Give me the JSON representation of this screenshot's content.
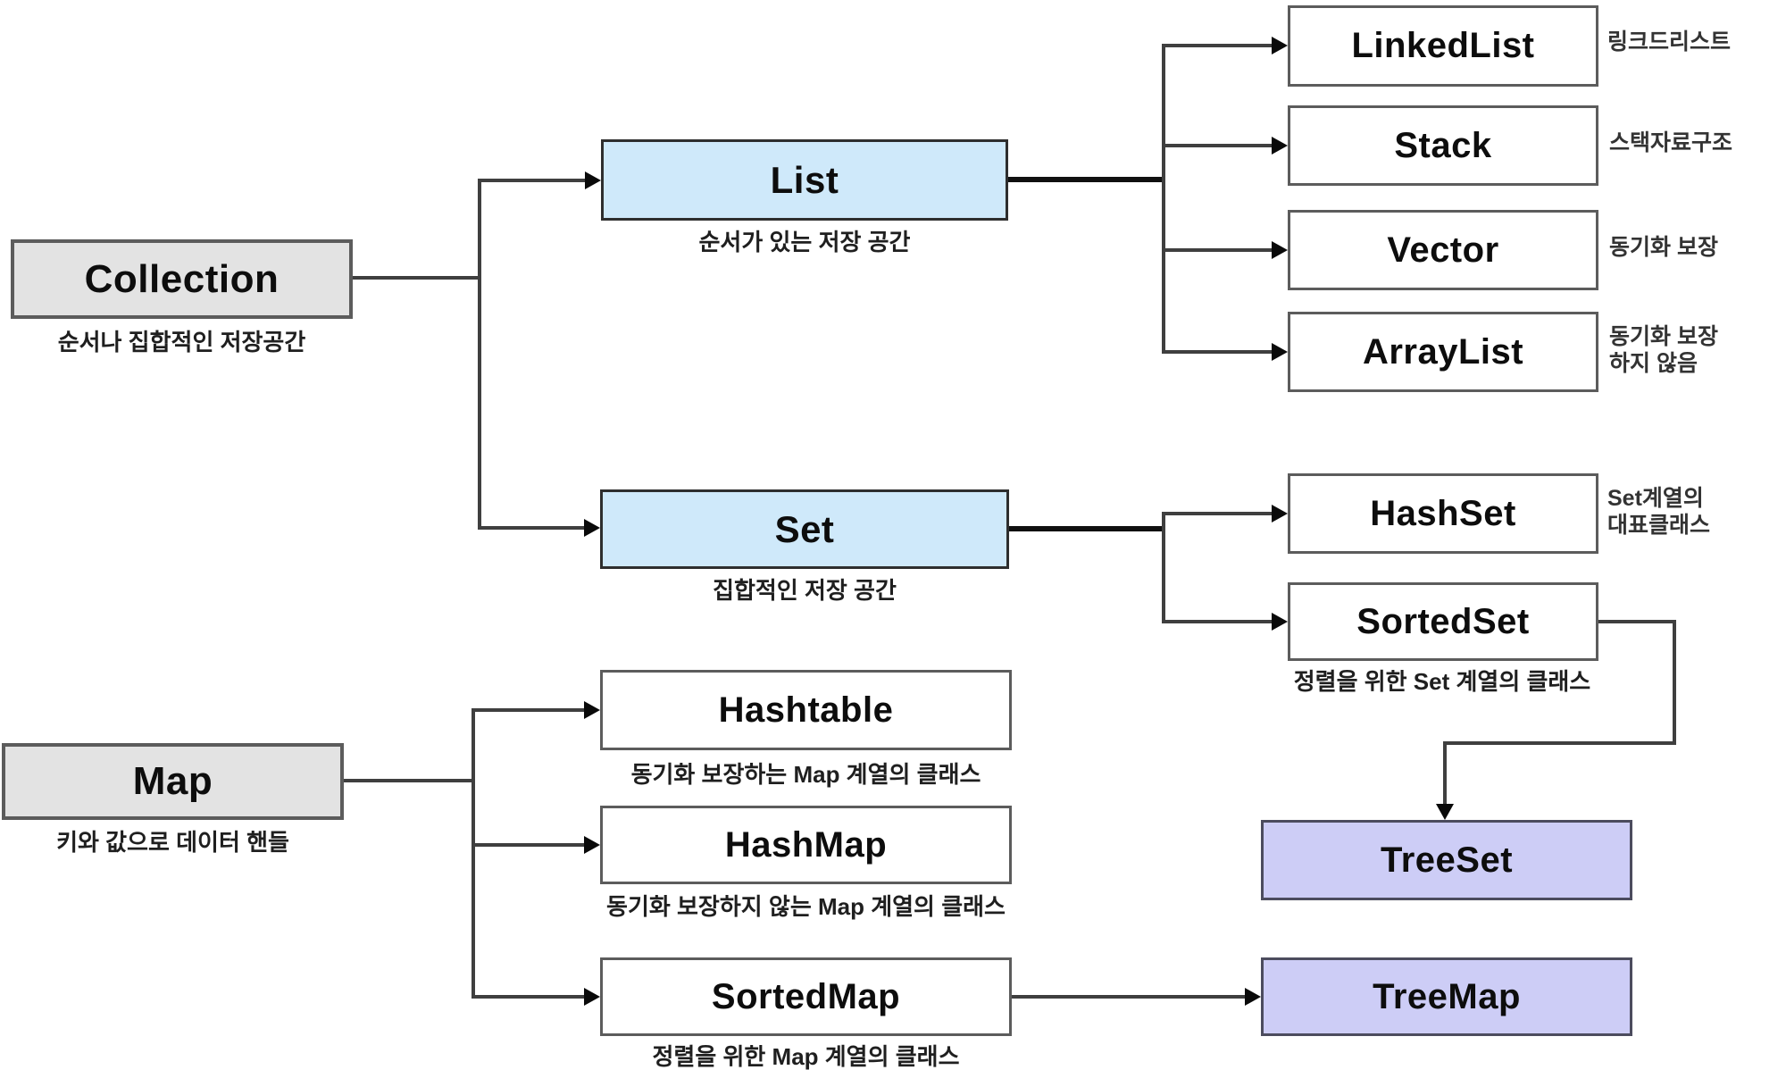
{
  "colors": {
    "root_fill": "#e3e3e3",
    "interface_fill": "#cfe9fa",
    "tree_fill": "#cdcdf6",
    "class_fill": "#ffffff",
    "border_gray": "#5c5c5c",
    "connector": "#3f3f3f",
    "arrow": "#0a0a0a"
  },
  "nodes": {
    "collection": {
      "label": "Collection",
      "caption": "순서나 집합적인 저장공간"
    },
    "map": {
      "label": "Map",
      "caption": "키와 값으로 데이터 핸들"
    },
    "list": {
      "label": "List",
      "caption": "순서가 있는 저장 공간"
    },
    "set": {
      "label": "Set",
      "caption": "집합적인 저장 공간"
    },
    "linkedlist": {
      "label": "LinkedList",
      "note": "링크드리스트"
    },
    "stack": {
      "label": "Stack",
      "note": "스택자료구조"
    },
    "vector": {
      "label": "Vector",
      "note": "동기화 보장"
    },
    "arraylist": {
      "label": "ArrayList",
      "note": "동기화 보장\n하지 않음"
    },
    "hashset": {
      "label": "HashSet",
      "note": "Set계열의\n대표클래스"
    },
    "sortedset": {
      "label": "SortedSet",
      "caption": "정렬을 위한 Set 계열의 클래스"
    },
    "treeset": {
      "label": "TreeSet"
    },
    "hashtable": {
      "label": "Hashtable",
      "caption": "동기화 보장하는 Map 계열의 클래스"
    },
    "hashmap": {
      "label": "HashMap",
      "caption": "동기화 보장하지 않는 Map 계열의 클래스"
    },
    "sortedmap": {
      "label": "SortedMap",
      "caption": "정렬을 위한 Map 계열의 클래스"
    },
    "treemap": {
      "label": "TreeMap"
    }
  }
}
